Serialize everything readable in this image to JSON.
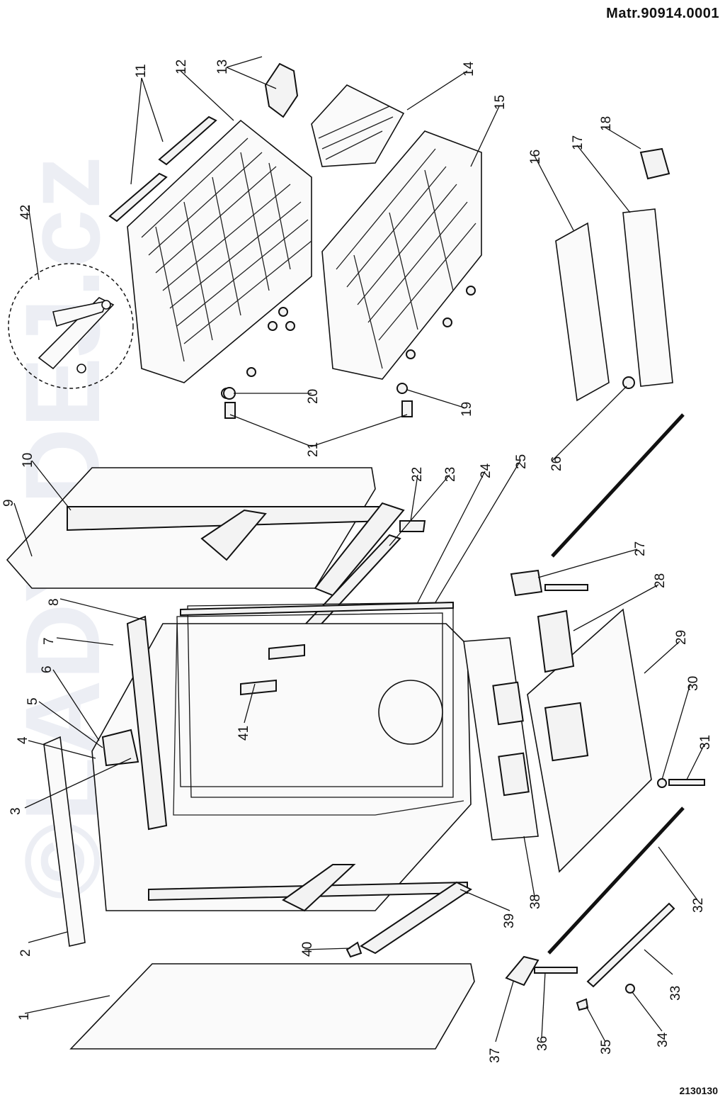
{
  "header": {
    "material_number": "Matr.90914.0001",
    "drawing_number": "2130130"
  },
  "watermark": "©LADY DEJ.cz",
  "part_numbers": [
    "1",
    "2",
    "3",
    "4",
    "5",
    "6",
    "7",
    "8",
    "9",
    "10",
    "11",
    "12",
    "13",
    "14",
    "15",
    "16",
    "17",
    "18",
    "19",
    "20",
    "21",
    "22",
    "23",
    "24",
    "25",
    "26",
    "27",
    "28",
    "29",
    "30",
    "31",
    "32",
    "33",
    "34",
    "35",
    "36",
    "37",
    "38",
    "39",
    "40",
    "41",
    "42"
  ]
}
